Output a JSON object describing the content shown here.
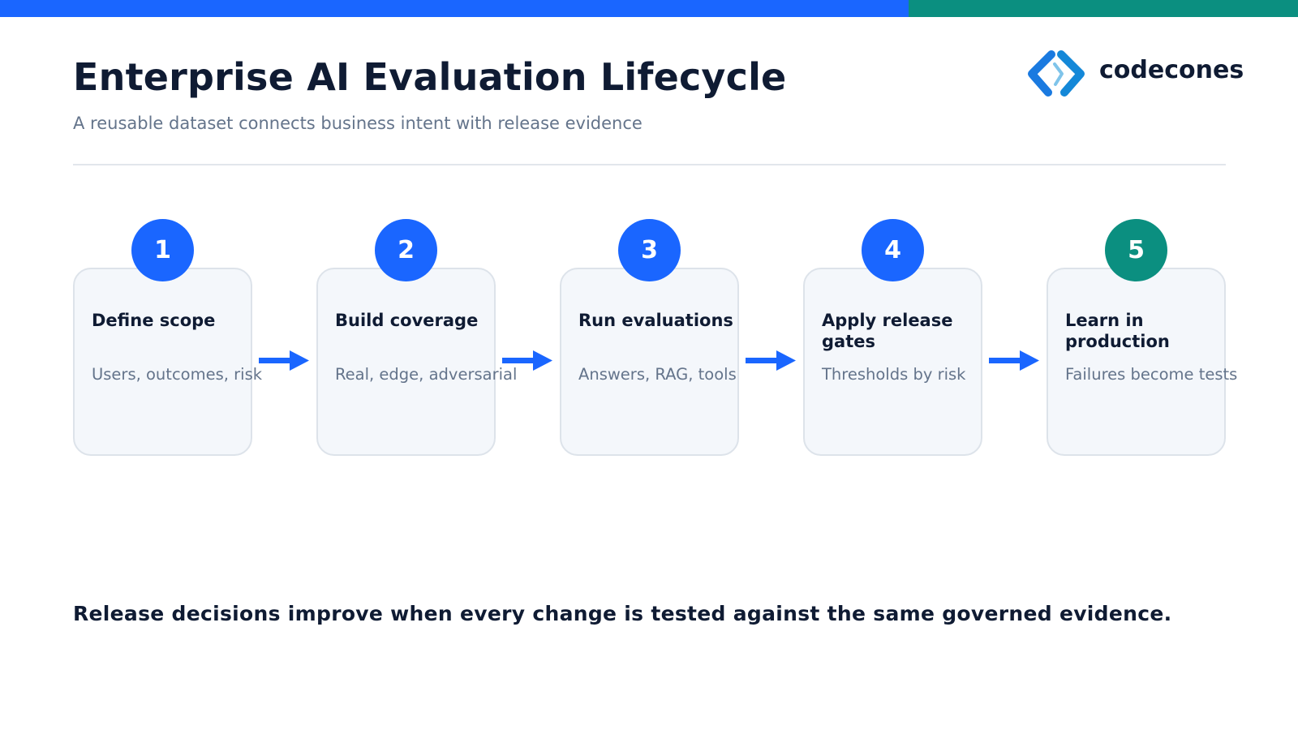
{
  "colors": {
    "brand_blue": "#1a66ff",
    "brand_teal": "#0b8f80",
    "title_text": "#0f1b33",
    "muted_text": "#64748b",
    "card_fill": "#f4f7fb",
    "card_border": "#dde3ea"
  },
  "header": {
    "title": "Enterprise AI Evaluation Lifecycle",
    "subtitle": "A reusable dataset connects business intent with release evidence"
  },
  "logo": {
    "icon": "code-brackets-icon",
    "text": "codecones"
  },
  "steps": [
    {
      "number": "1",
      "title": "Define scope",
      "description": "Users, outcomes, risk",
      "badge_color": "#1a66ff"
    },
    {
      "number": "2",
      "title": "Build coverage",
      "description": "Real, edge, adversarial",
      "badge_color": "#1a66ff"
    },
    {
      "number": "3",
      "title": "Run evaluations",
      "description": "Answers, RAG, tools",
      "badge_color": "#1a66ff"
    },
    {
      "number": "4",
      "title": "Apply release gates",
      "description": "Thresholds by risk",
      "badge_color": "#1a66ff"
    },
    {
      "number": "5",
      "title": "Learn in production",
      "description": "Failures become tests",
      "badge_color": "#0b8f80"
    }
  ],
  "connectors": {
    "icon": "arrow-right-icon",
    "count": 4
  },
  "footer": {
    "text": "Release decisions improve when every change is tested against the same governed evidence."
  }
}
